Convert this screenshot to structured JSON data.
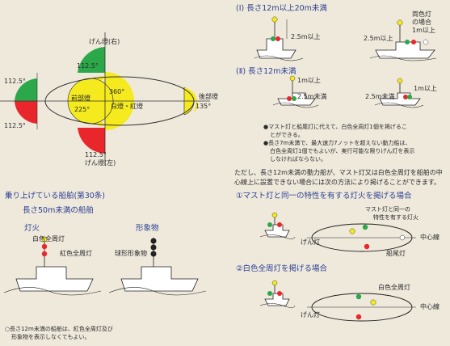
{
  "sector_diagram": {
    "starboard_light": "げん燈(右)",
    "port_light": "げん燈(左)",
    "masthead_light": "前部燈",
    "masthead_deg": "225°",
    "allround_deg": "360°",
    "allround_label": "白燈・紅燈",
    "stern_light": "後部燈",
    "stern_deg": "135°",
    "deg_112_top_left": "112.5°",
    "deg_112_bottom_left": "112.5°",
    "deg_112_top": "112.5°",
    "deg_112_bottom": "112.5°"
  },
  "section1": {
    "title": "(Ⅰ) 長さ12m以上20m未満",
    "dim_a": "2.5m以上",
    "dim_b": "2.5m以上",
    "note_line1": "両色灯",
    "note_line2": "の場合",
    "note_line3": "1m以上"
  },
  "section2": {
    "title": "(Ⅱ) 長さ12m未満",
    "dim_a": "1m以上",
    "dim_b": "2.5m未満",
    "dim_c": "1m以上",
    "dim_d": "2.5m未満",
    "bullet1_line1": "●マスト灯と船尾灯に代えて、白色全周灯1個を掲げるこ",
    "bullet1_line2": "とができる。",
    "bullet2_line1": "●長さ7m未満で、最大速力7ノットを超えない動力船は、",
    "bullet2_line2": "白色全周灯1個でもよいが、実行可能な限りげん灯を表示",
    "bullet2_line3": "しなければならない。"
  },
  "centerline": {
    "intro_line1": "ただし、長さ12m未満の動力船が、マスト灯又は白色全周灯を船舶の中",
    "intro_line2": "心線上に設置できない場合には次の方法により掲げることができます。",
    "case1_title": "①マスト灯と同一の特性を有する灯火を掲げる場合",
    "case1_label1": "マスト灯と同一の",
    "case1_label2": "特性を有する灯火",
    "sidelight": "げん灯",
    "center_line": "中心線",
    "stern_light": "船尾灯",
    "case2_title": "②白色全周灯を掲げる場合",
    "allround_white": "白色全周灯",
    "sidelight2": "げん灯",
    "center_line2": "中心線"
  },
  "aground": {
    "title": "乗り上げている船舶(第30条)",
    "subtitle": "長さ50m未満の船舶",
    "lights_heading": "灯火",
    "shapes_heading": "形象物",
    "white_allround": "白色全周灯",
    "red_allround": "紅色全周灯",
    "ball_shapes": "球形形象物",
    "note_line1": "○長さ12m未満の船舶は、紅色全周灯及び",
    "note_line2": "形象物を表示しなくてもよい。"
  },
  "colors": {
    "red": "#e8262b",
    "green": "#2aa84a",
    "yellow": "#f4ea1e",
    "blue": "#2a3f92"
  }
}
